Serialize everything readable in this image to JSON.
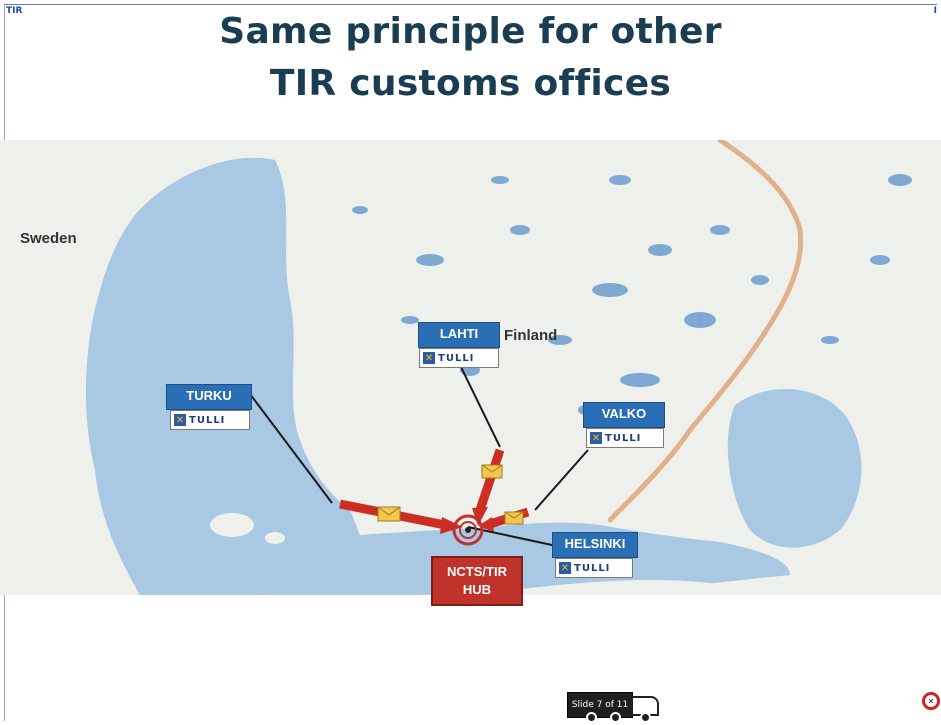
{
  "slide": {
    "title_line1": "Same principle for other",
    "title_line2": "TIR customs offices",
    "logo_left": "TIR",
    "logo_right": "I",
    "counter": "Slide 7 of 11"
  },
  "map": {
    "countries": {
      "sweden": "Sweden",
      "finland": "Finland"
    },
    "offices": [
      {
        "name": "TURKU",
        "brand": "TULLI"
      },
      {
        "name": "LAHTI",
        "brand": "TULLI"
      },
      {
        "name": "VALKO",
        "brand": "TULLI"
      },
      {
        "name": "HELSINKI",
        "brand": "TULLI"
      }
    ],
    "hub_line1": "NCTS/TIR",
    "hub_line2": "HUB"
  },
  "colors": {
    "title": "#1b3d52",
    "office_box": "#2a6fb6",
    "hub": "#c0332b",
    "route": "#cc2e24",
    "water": "#a9c8e4",
    "land": "#eef0eb"
  },
  "icons": {
    "tulli": "customs-crest-icon",
    "envelope": "envelope-icon",
    "truck": "truck-icon",
    "nav": "nav-circle-icon"
  }
}
